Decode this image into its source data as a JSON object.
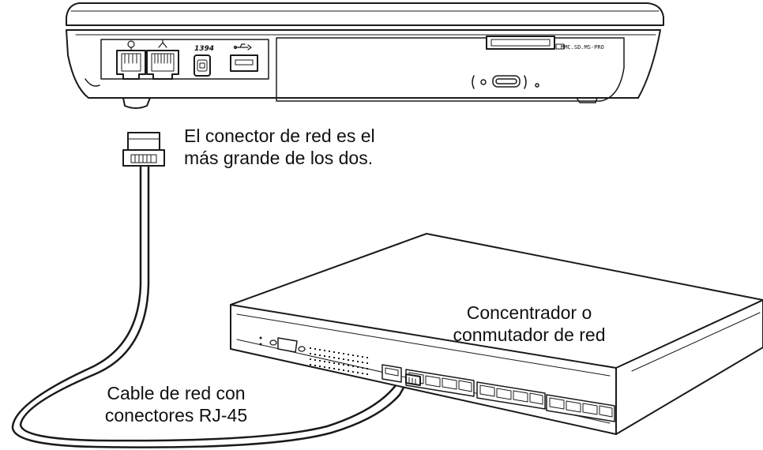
{
  "labels": {
    "connector_note": [
      "El conector de red es el",
      "más grande de los dos."
    ],
    "hub_label": [
      "Concentrador o",
      "conmutador de red"
    ],
    "cable_label": [
      "Cable de red con",
      "conectores RJ-45"
    ]
  },
  "laptop": {
    "card_reader_label": "MMC.SD.MS-PRO",
    "firewire_label": "1394"
  },
  "icons": {
    "modem_port_icon": "phone-symbol",
    "lan_port_icon": "network-symbol",
    "usb_icon": "usb-symbol"
  },
  "colors": {
    "line": "#1a1a1a",
    "fill": "#ffffff"
  }
}
